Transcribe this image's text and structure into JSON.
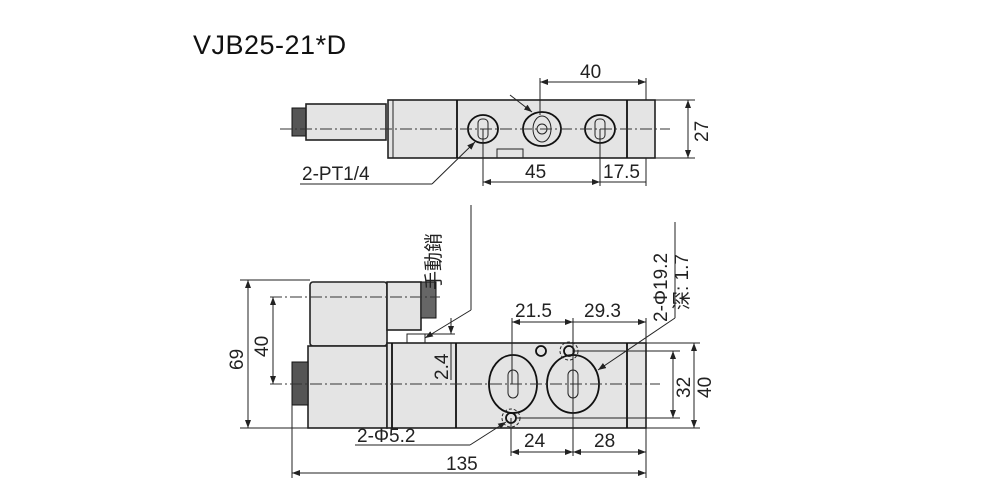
{
  "title": "VJB25-21*D",
  "top_view": {
    "dim_40": "40",
    "dim_27": "27",
    "dim_45": "45",
    "dim_17_5": "17.5",
    "port_label": "2-PT1/4"
  },
  "front_view": {
    "manual_pin_label": "手動銷",
    "dim_69": "69",
    "dim_40_left": "40",
    "dim_2_4": "2.4",
    "dim_21_5": "21.5",
    "dim_29_3": "29.3",
    "hole_19_2": "2-Φ19.2",
    "depth": "深: 1.7",
    "dim_32": "32",
    "dim_40_right": "40",
    "hole_5_2": "2-Φ5.2",
    "dim_24": "24",
    "dim_28": "28",
    "dim_135": "135"
  },
  "colors": {
    "body": "#e4e4e4",
    "line": "#222222"
  }
}
